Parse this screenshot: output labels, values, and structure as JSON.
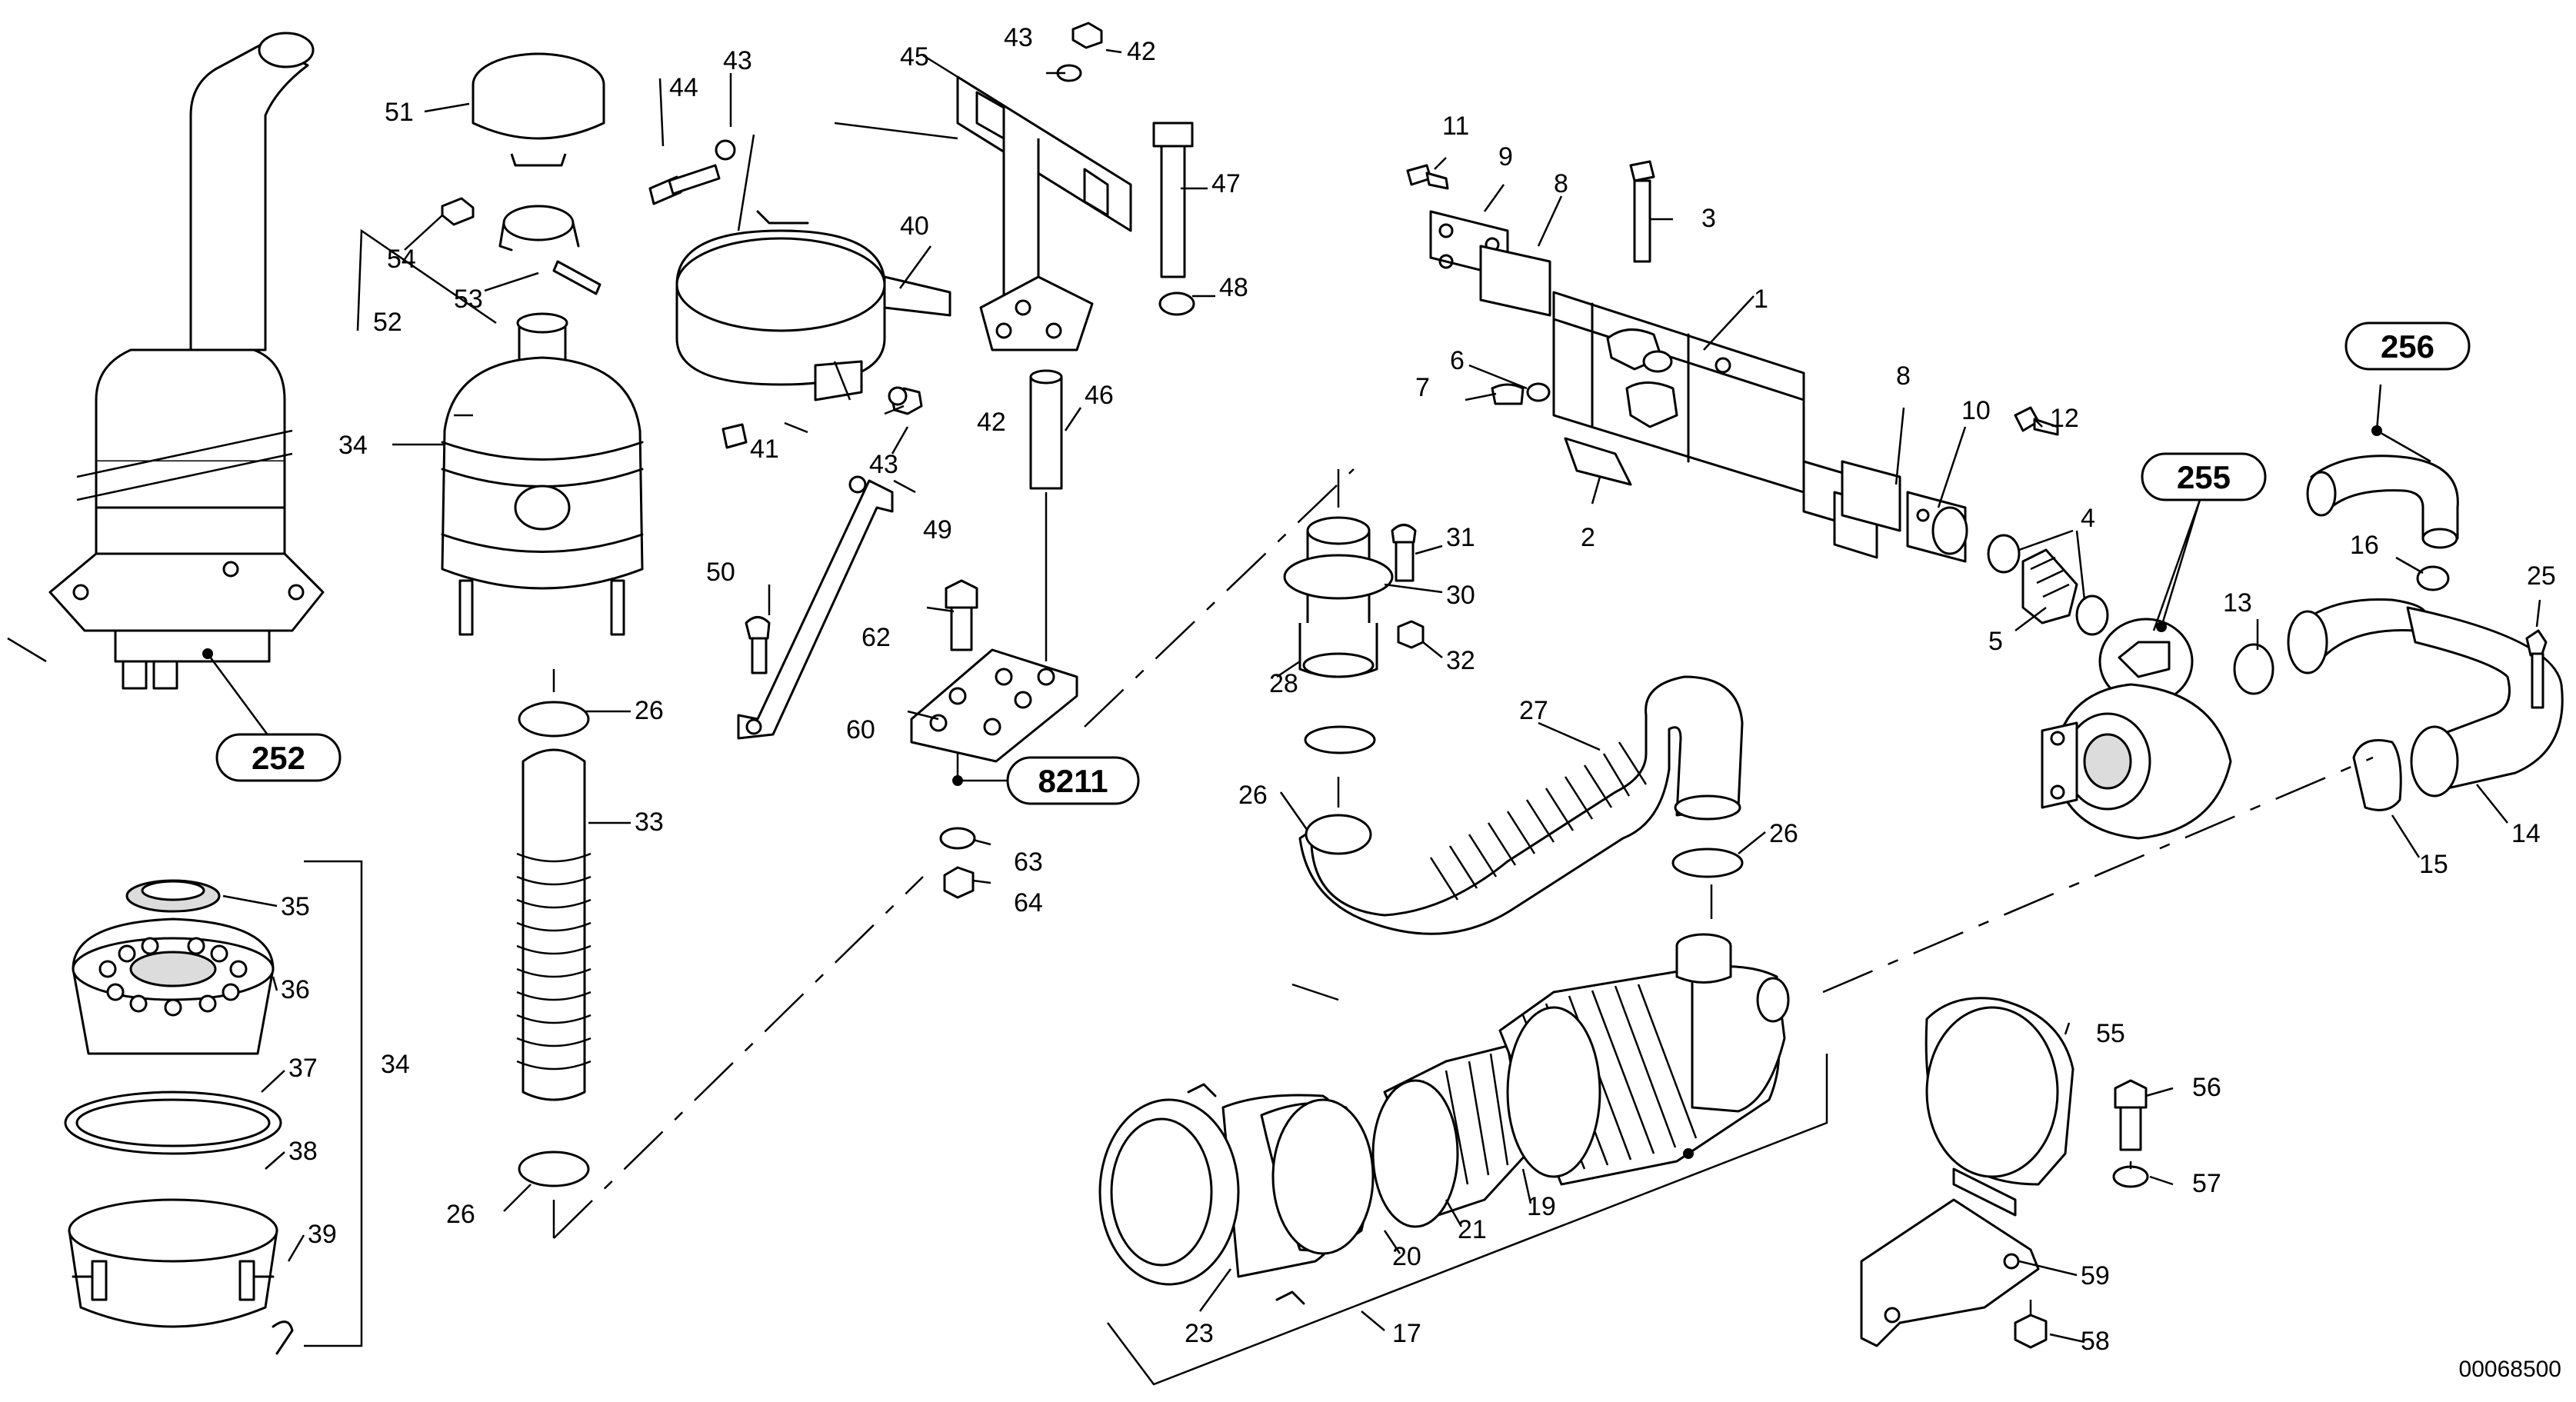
{
  "diagram": {
    "document_id": "00068500",
    "ref_boxes": {
      "r252": "252",
      "r255": "255",
      "r256": "256",
      "r8211": "8211"
    },
    "callouts": {
      "c1": "1",
      "c2": "2",
      "c3": "3",
      "c4": "4",
      "c5": "5",
      "c6": "6",
      "c7": "7",
      "c8a": "8",
      "c8b": "8",
      "c9": "9",
      "c10": "10",
      "c11": "11",
      "c12": "12",
      "c13": "13",
      "c14": "14",
      "c15": "15",
      "c16": "16",
      "c17": "17",
      "c19": "19",
      "c20": "20",
      "c21": "21",
      "c23": "23",
      "c25": "25",
      "c26a": "26",
      "c26b": "26",
      "c26c": "26",
      "c26d": "26",
      "c27": "27",
      "c28": "28",
      "c30": "30",
      "c31": "31",
      "c32": "32",
      "c33": "33",
      "c34a": "34",
      "c34b": "34",
      "c35": "35",
      "c36": "36",
      "c37": "37",
      "c38": "38",
      "c39": "39",
      "c40": "40",
      "c41": "41",
      "c42a": "42",
      "c42b": "42",
      "c43a": "43",
      "c43b": "43",
      "c43c": "43",
      "c44": "44",
      "c45": "45",
      "c46": "46",
      "c47": "47",
      "c48": "48",
      "c49": "49",
      "c50": "50",
      "c51": "51",
      "c52": "52",
      "c53": "53",
      "c54": "54",
      "c55": "55",
      "c56": "56",
      "c57": "57",
      "c58": "58",
      "c59": "59",
      "c60": "60",
      "c62": "62",
      "c63": "63",
      "c64": "64"
    }
  }
}
